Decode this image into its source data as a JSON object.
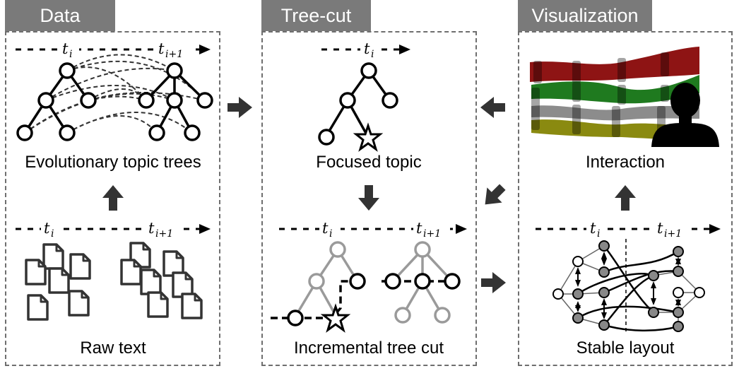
{
  "tabs": {
    "data": "Data",
    "treecut": "Tree-cut",
    "visualization": "Visualization"
  },
  "captions": {
    "evolutionary_topic_trees": "Evolutionary topic trees",
    "raw_text": "Raw text",
    "focused_topic": "Focused topic",
    "incremental_tree_cut": "Incremental tree cut",
    "interaction": "Interaction",
    "stable_layout": "Stable layout"
  },
  "time_labels": {
    "t": "t",
    "i": "i",
    "i_plus_1": "i+1"
  },
  "colors": {
    "tab_bg": "#7a7a7a",
    "panel_border": "#6e6e6e",
    "arrow": "#333333",
    "faded_node": "#9a9a9a",
    "stream_red": "#8e1414",
    "stream_green": "#1f7a1f",
    "stream_gray": "#8c8c8c",
    "stream_olive": "#8a8a10"
  }
}
